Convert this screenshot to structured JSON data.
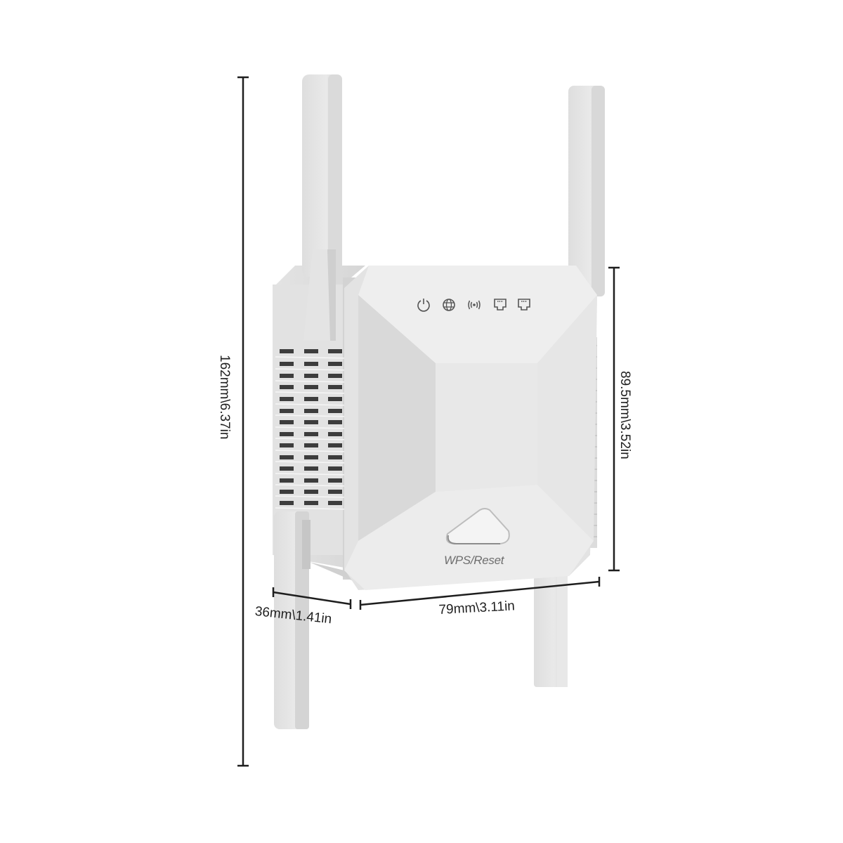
{
  "product": {
    "name": "WiFi range extender",
    "color": "#e6e6e6",
    "button_label": "WPS/Reset",
    "indicators": [
      {
        "icon": "power-icon",
        "label": "Power"
      },
      {
        "icon": "globe-icon",
        "label": "Internet"
      },
      {
        "icon": "wifi-signal-icon",
        "label": "WiFi"
      },
      {
        "icon": "ethernet-port-icon",
        "label": "LAN1"
      },
      {
        "icon": "ethernet-port-icon",
        "label": "LAN2"
      }
    ],
    "antenna_count": 4
  },
  "dimensions": {
    "total_height": "162mm\\6.37in",
    "body_height": "89.5mm\\3.52in",
    "depth": "36mm\\1.41in",
    "width": "79mm\\3.11in"
  },
  "colors": {
    "line": "#1e1e1e",
    "body_light": "#ececec",
    "body_mid": "#dcdcdc",
    "body_dark": "#c8c8c8",
    "vent_slot": "#3a3a3a"
  }
}
